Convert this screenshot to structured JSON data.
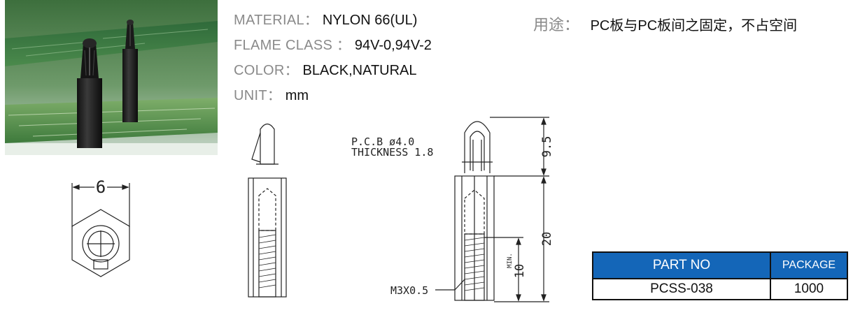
{
  "specs": {
    "material_label": "MATERIAL：",
    "material_value": "NYLON 66(UL)",
    "flame_label": "FLAME CLASS ：",
    "flame_value": "94V-0,94V-2",
    "color_label": "COLOR：",
    "color_value": "BLACK,NATURAL",
    "unit_label": "UNIT：",
    "unit_value": "mm"
  },
  "usage": {
    "label": "用途：",
    "value": "PC板与PC板间之固定，不占空间"
  },
  "drawing": {
    "top_width": "6",
    "pcb_line1": "P.C.B ø4.0",
    "pcb_line2": "THICKNESS 1.8",
    "dim_top": "9.5",
    "dim_body": "20",
    "dim_thread": "10",
    "dim_min": "MIN.",
    "thread_spec": "M3X0.5"
  },
  "table": {
    "header_part": "PART NO",
    "header_package": "PACKAGE",
    "rows": [
      {
        "part": "PCSS-038",
        "package": "1000"
      }
    ],
    "header_color": "#1466b8"
  }
}
